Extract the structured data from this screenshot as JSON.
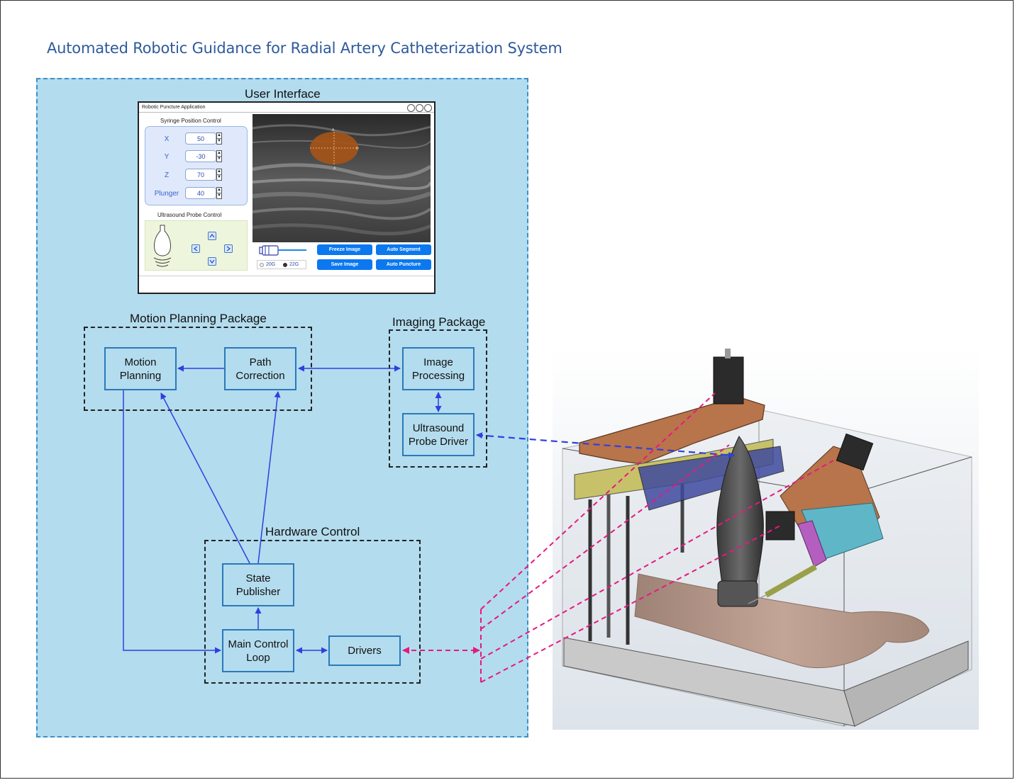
{
  "title": "Automated Robotic Guidance for Radial Artery Catheterization System",
  "user_interface": {
    "label": "User Interface",
    "app": {
      "window_title": "Robotic Puncture Application",
      "syringe_section_title": "Syringe Position Control",
      "fields": [
        {
          "label": "X",
          "value": "50"
        },
        {
          "label": "Y",
          "value": "-30"
        },
        {
          "label": "Z",
          "value": "70"
        },
        {
          "label": "Plunger",
          "value": "40"
        }
      ],
      "probe_section_title": "Ultrasound Probe Control",
      "buttons": {
        "freeze": "Freeze Image",
        "auto_segment": "Auto Segment",
        "save": "Save Image",
        "auto_puncture": "Auto Puncture"
      },
      "gauges": [
        "20G",
        "22G"
      ],
      "selected_gauge": "22G",
      "image_markers": {
        "top": "A",
        "bottom": "A",
        "right": "B"
      }
    }
  },
  "packages": {
    "motion_planning": {
      "label": "Motion Planning Package",
      "nodes": {
        "motion_planning": "Motion\nPlanning",
        "path_correction": "Path\nCorrection"
      }
    },
    "imaging": {
      "label": "Imaging Package",
      "nodes": {
        "image_processing": "Image\nProcessing",
        "ultrasound_driver": "Ultrasound\nProbe Driver"
      }
    },
    "hardware_control": {
      "label": "Hardware Control",
      "nodes": {
        "state_publisher": "State\nPublisher",
        "main_control_loop": "Main Control\nLoop",
        "drivers": "Drivers"
      }
    }
  },
  "colors": {
    "panel_fill": "#b3dcee",
    "panel_border": "#3e8fc8",
    "node_border": "#2b79b9",
    "arrow": "#2f3fe0",
    "magenta_link": "#e6197f",
    "title": "#2e5a9c",
    "ui_button": "#0b78f0"
  }
}
